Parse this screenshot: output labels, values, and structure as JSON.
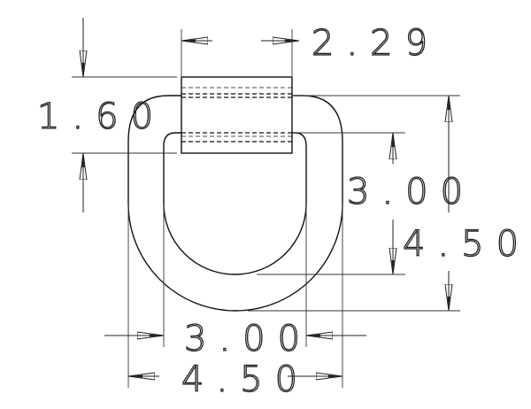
{
  "drawing": {
    "subject": "D-ring with mounting clip",
    "line_color": "#111111",
    "background": "#ffffff"
  },
  "dimensions": {
    "clip_width": "2.29",
    "clip_height": "1.60",
    "inner_height": "3.00",
    "outer_height": "4.50",
    "inner_width": "3.00",
    "outer_width": "4.50"
  }
}
